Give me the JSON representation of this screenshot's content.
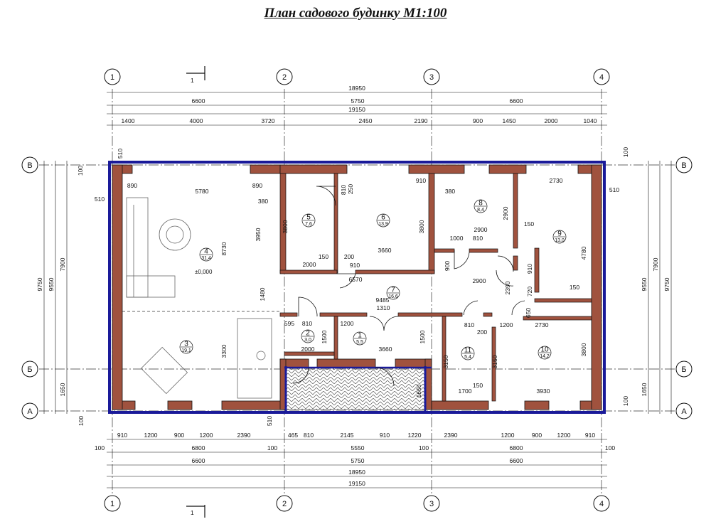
{
  "title": "План садового будинку М1:100",
  "axes": {
    "vertical": [
      "1",
      "2",
      "3",
      "4"
    ],
    "horizontal": [
      "В",
      "Б",
      "А"
    ]
  },
  "section_marker": "1",
  "level_mark": "±0,000",
  "rooms": [
    {
      "number": "1",
      "area": "5,5"
    },
    {
      "number": "2",
      "area": "3,0"
    },
    {
      "number": "3",
      "area": "19,1"
    },
    {
      "number": "4",
      "area": "31,4"
    },
    {
      "number": "5",
      "area": "7,6"
    },
    {
      "number": "6",
      "area": "13,9"
    },
    {
      "number": "7",
      "area": "16,6"
    },
    {
      "number": "8",
      "area": "8,4"
    },
    {
      "number": "9",
      "area": "13,0"
    },
    {
      "number": "10",
      "area": "14,2"
    },
    {
      "number": "11",
      "area": "5,4"
    }
  ],
  "top_dims": {
    "overall_axes": "18950",
    "spans": [
      "6600",
      "5750",
      "6600"
    ],
    "overall": "19150",
    "openings": [
      "1400",
      "4000",
      "3720",
      "2450",
      "2190",
      "900",
      "1450",
      "2000",
      "1040"
    ]
  },
  "bottom_dims": {
    "openings": [
      "910",
      "1200",
      "900",
      "1200",
      "2390",
      "465",
      "810",
      "2145",
      "910",
      "1220",
      "2390",
      "1200",
      "900",
      "1200",
      "910"
    ],
    "walls": [
      "100",
      "6800",
      "100",
      "5550",
      "100",
      "6800",
      "100"
    ],
    "spans": [
      "6600",
      "5750",
      "6600"
    ],
    "overall_axes": "18950",
    "overall": "19150"
  },
  "left_dims": [
    "9750",
    "9550",
    "7900",
    "1650",
    "100",
    "510",
    "510",
    "100",
    "510"
  ],
  "right_dims": [
    "9550",
    "7900",
    "9750",
    "1650",
    "100",
    "100",
    "510"
  ],
  "interior_dims": [
    "890",
    "5780",
    "890",
    "380",
    "3950",
    "8730",
    "3300",
    "810",
    "250",
    "910",
    "3800",
    "3800",
    "2000",
    "150",
    "200",
    "3660",
    "910",
    "6570",
    "1480",
    "9485",
    "1310",
    "595",
    "810",
    "1200",
    "2000",
    "1500",
    "3660",
    "1500",
    "380",
    "2900",
    "2900",
    "150",
    "1000",
    "810",
    "900",
    "2900",
    "2390",
    "910",
    "720",
    "650",
    "150",
    "2730",
    "4780",
    "810",
    "200",
    "1200",
    "2730",
    "3150",
    "3150",
    "1700",
    "150",
    "3930",
    "3800",
    "1650"
  ]
}
